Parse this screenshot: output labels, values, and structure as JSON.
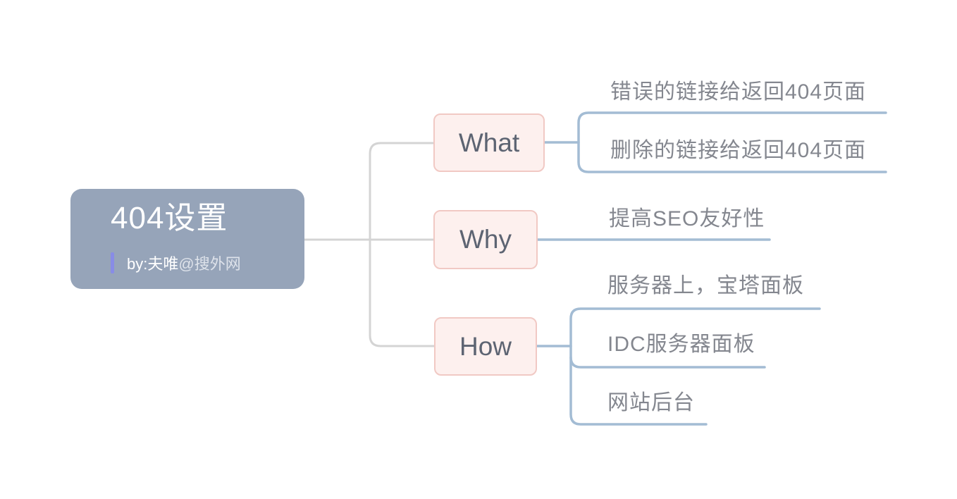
{
  "root": {
    "title": "404设置",
    "byline_main": "by:夫唯",
    "byline_suffix": "@搜外网"
  },
  "branches": [
    {
      "label": "What",
      "children": [
        "错误的链接给返回404页面",
        "删除的链接给返回404页面"
      ]
    },
    {
      "label": "Why",
      "children": [
        "提高SEO友好性"
      ]
    },
    {
      "label": "How",
      "children": [
        "服务器上，宝塔面板",
        "IDC服务器面板",
        "网站后台"
      ]
    }
  ],
  "colors": {
    "root_fill": "#96a4b9",
    "root_text": "#ffffff",
    "byline_accent": "#888ce6",
    "branch_fill": "#fdf0ee",
    "branch_border": "#f1c9c4",
    "branch_text": "#5d6472",
    "subtopic_text": "#84878f",
    "tree_line_gray": "#d4d4d4",
    "tree_line_blue": "#a3bcd4",
    "background": "#ffffff"
  }
}
